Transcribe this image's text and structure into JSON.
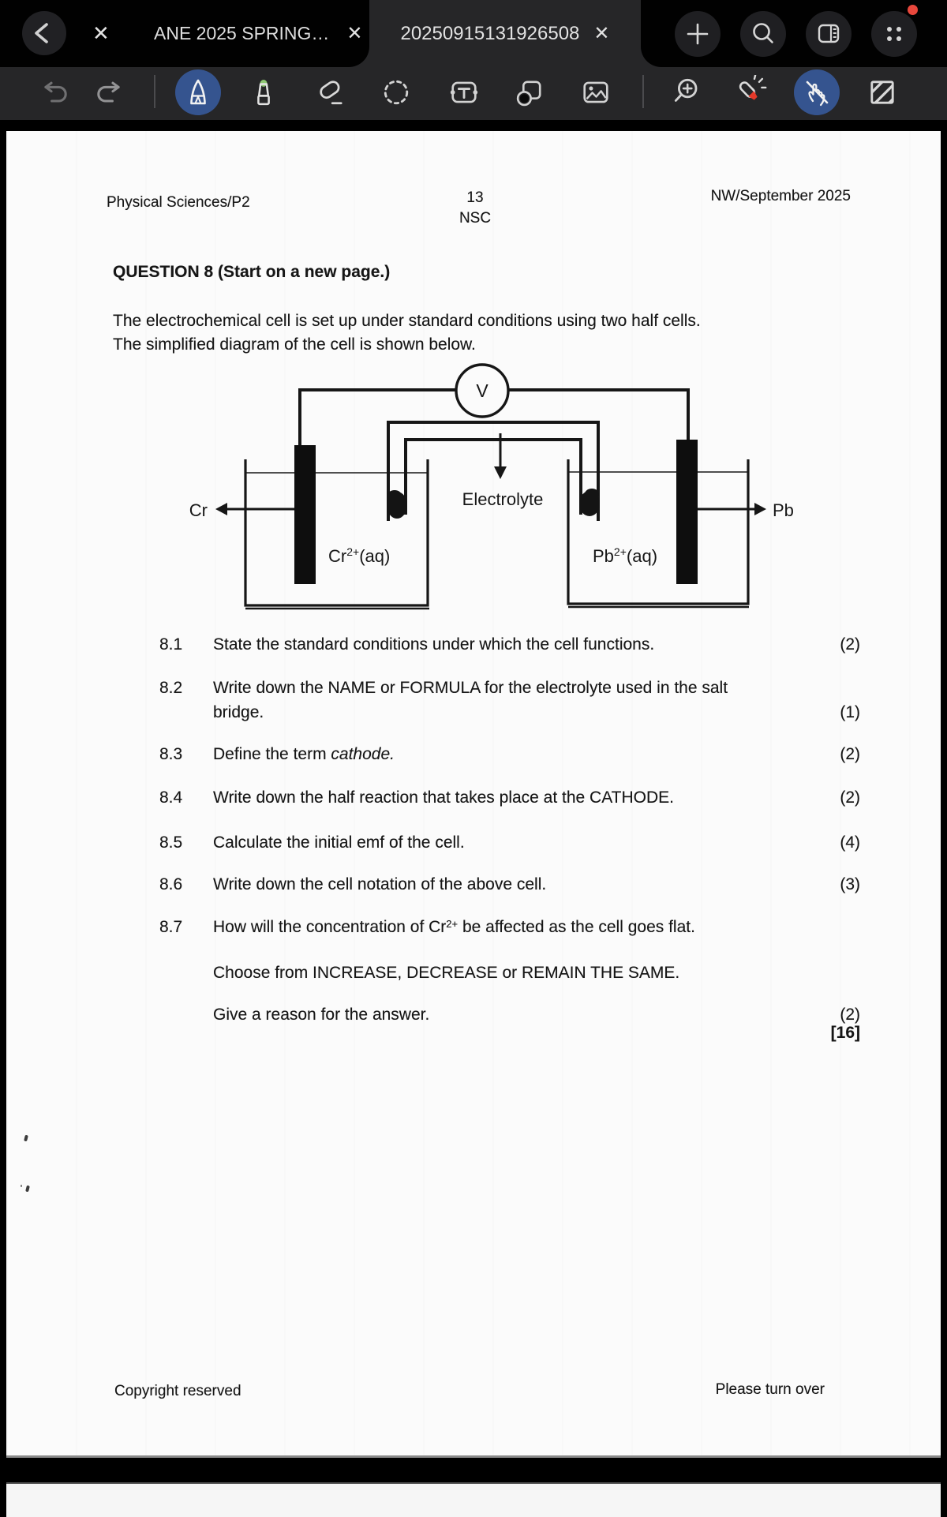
{
  "app": {
    "topbar": {
      "back_icon": "back-chevron",
      "window_close_glyph": "✕",
      "tabs": [
        {
          "label": "ANE 2025 SPRING…",
          "close_glyph": "✕",
          "active": false
        },
        {
          "label": "20250915131926508",
          "close_glyph": "✕",
          "active": true
        }
      ],
      "action_icons": [
        "add-tab",
        "search",
        "reader-view",
        "app-grid"
      ],
      "notification_badge": true
    },
    "toolbar": {
      "tools": [
        "undo",
        "redo",
        "fountain-pen",
        "marker-pen",
        "eraser",
        "lasso",
        "text-tool",
        "shapes-tool",
        "insert-image",
        "zoom-in",
        "laser-pointer",
        "palm-rejection",
        "page-pattern"
      ],
      "selected_tools": [
        "fountain-pen",
        "palm-rejection"
      ]
    }
  },
  "doc": {
    "header": {
      "left": "Physical Sciences/P2",
      "page_number": "13",
      "exam_body": "NSC",
      "right": "NW/September 2025"
    },
    "title": "QUESTION 8 (Start on a new page.)",
    "intro_line1": "The electrochemical cell is set up under standard conditions using two half cells.",
    "intro_line2": "The simplified diagram of the cell is shown below.",
    "diagram": {
      "voltmeter": "V",
      "electrolyte_label": "Electrolyte",
      "left_metal": "Cr",
      "right_metal": "Pb",
      "left_ion": {
        "base": "Cr",
        "sup": "2+",
        "suffix": "(aq)"
      },
      "right_ion": {
        "base": "Pb",
        "sup": "2+",
        "suffix": "(aq)"
      }
    },
    "questions": {
      "q81": {
        "num": "8.1",
        "text": "State the standard conditions under which the cell functions.",
        "marks": "(2)"
      },
      "q82": {
        "num": "8.2",
        "line1": "Write down the NAME or FORMULA for the electrolyte used in the salt",
        "line2": "bridge.",
        "marks": "(1)"
      },
      "q83": {
        "num": "8.3",
        "prefix": "Define the term ",
        "term_italic": "cathode.",
        "marks": "(2)"
      },
      "q84": {
        "num": "8.4",
        "text": "Write down the half reaction that takes place at the CATHODE.",
        "marks": "(2)"
      },
      "q85": {
        "num": "8.5",
        "text": "Calculate the initial emf of the cell.",
        "marks": "(4)"
      },
      "q86": {
        "num": "8.6",
        "text": "Write down the cell notation of the above cell.",
        "marks": "(3)"
      },
      "q87": {
        "num": "8.7",
        "line1_a": "How will the concentration of Cr",
        "line1_sup": "2+",
        "line1_b": " be affected as the cell goes flat.",
        "line2": "Choose from INCREASE, DECREASE or REMAIN THE SAME.",
        "line3": "Give a reason for the answer.",
        "marks": "(2)",
        "total": "[16]"
      }
    },
    "footer": {
      "left": "Copyright reserved",
      "right": "Please turn over"
    }
  },
  "colors": {
    "accent_blue": "#35548f",
    "badge_red": "#e8473c",
    "laser_red": "#e5392a",
    "pen_tip_green": "#8ec873",
    "page": "#fbfbfb",
    "ink": "#161616"
  }
}
